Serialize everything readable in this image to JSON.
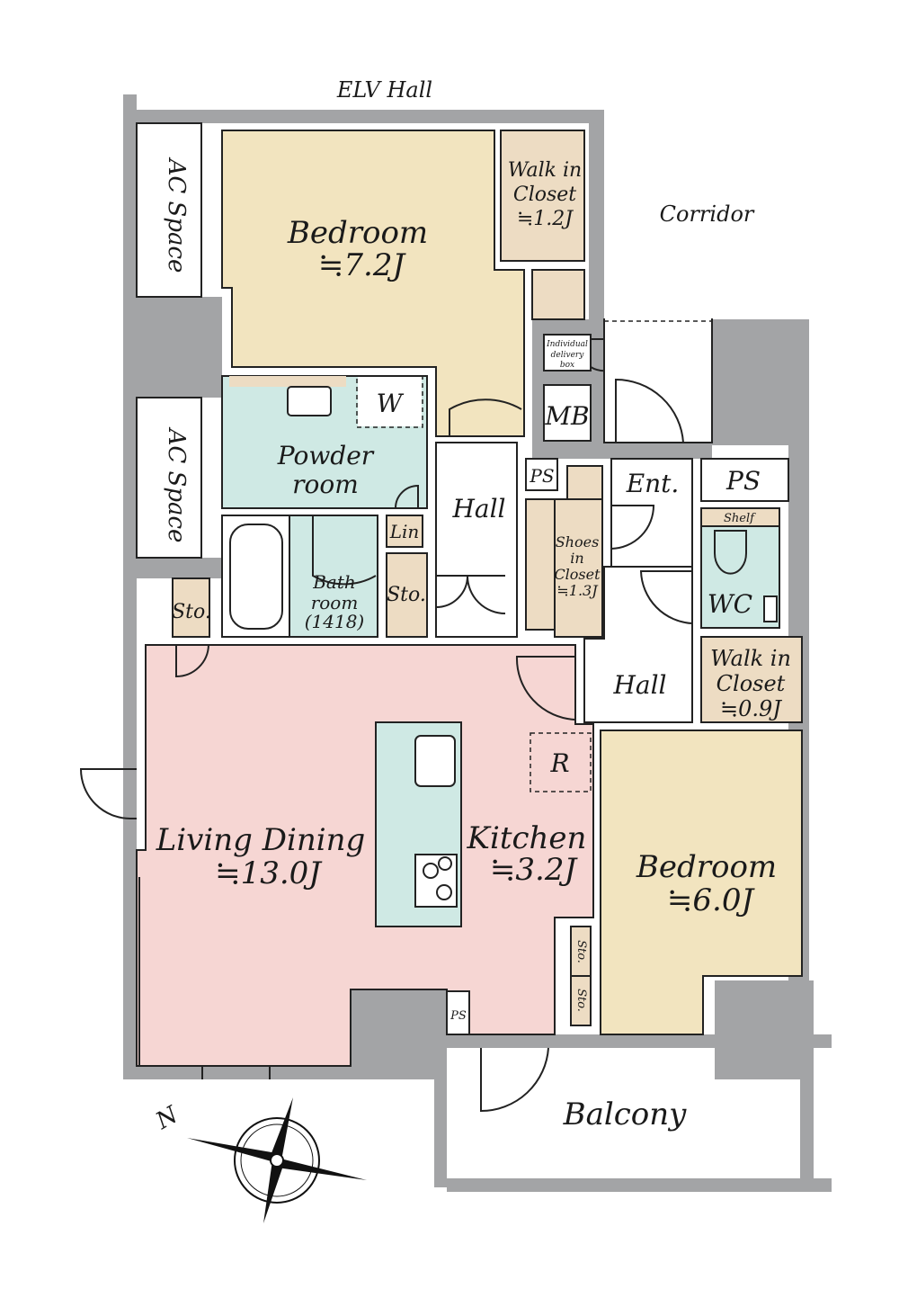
{
  "colors": {
    "wall": "#a3a4a6",
    "bedroom": "#f2e4bf",
    "closet": "#eddcc3",
    "wet": "#cfe9e4",
    "living": "#f6d6d3"
  },
  "labels": {
    "elv_hall": "ELV Hall",
    "corridor": "Corridor",
    "ac_space_1": "AC Space",
    "ac_space_2": "AC Space",
    "bedroom1": {
      "name": "Bedroom",
      "size": "≒7.2J"
    },
    "wic1": {
      "line1": "Walk in",
      "line2": "Closet",
      "size": "≒1.2J"
    },
    "w": "W",
    "powder": {
      "line1": "Powder",
      "line2": "room"
    },
    "bath": {
      "line1": "Bath",
      "line2": "room",
      "size": "(1418)"
    },
    "lin": "Lin",
    "sto_bath": "Sto.",
    "sto_left": "Sto.",
    "hall1": "Hall",
    "delivery": {
      "line1": "Individual",
      "line2": "delivery",
      "line3": "box"
    },
    "mb": "MB",
    "ps1": "PS",
    "ps2": "PS",
    "ps3": "PS",
    "ent": "Ent.",
    "shoes": {
      "line1": "Shoes",
      "line2": "in",
      "line3": "Closet",
      "size": "≒1.3J"
    },
    "shelf": "Shelf",
    "wc": "WC",
    "hall2": "Hall",
    "wic2": {
      "line1": "Walk in",
      "line2": "Closet",
      "size": "≒0.9J"
    },
    "r": "R",
    "living": {
      "name": "Living Dining",
      "size": "≒13.0J"
    },
    "kitchen": {
      "name": "Kitchen",
      "size": "≒3.2J"
    },
    "bedroom2": {
      "name": "Bedroom",
      "size": "≒6.0J"
    },
    "sto_k1": "Sto.",
    "sto_k2": "Sto.",
    "balcony": "Balcony",
    "north": "N"
  }
}
